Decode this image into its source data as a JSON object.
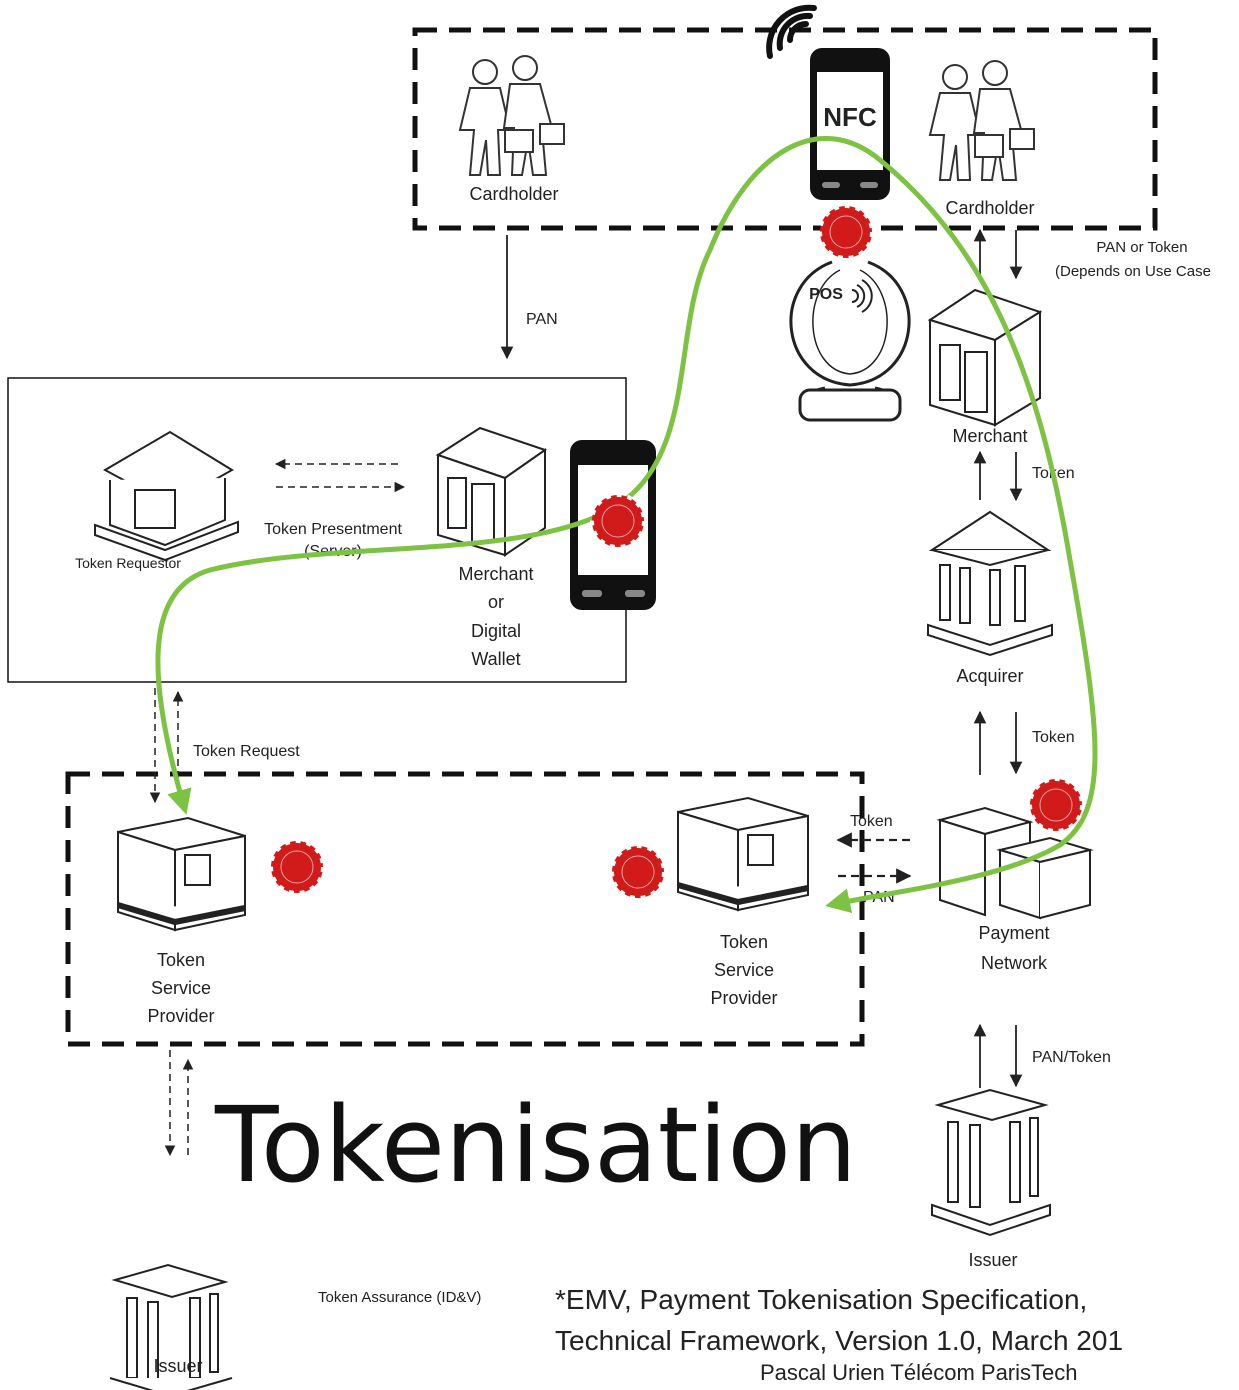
{
  "title": "Tokenisation",
  "citation": {
    "line1": "*EMV, Payment Tokenisation Specification,",
    "line2": "Technical Framework, Version 1.0, March 201"
  },
  "author": "Pascal Urien Télécom ParisTech",
  "nodes": {
    "cardholder_left": "Cardholder",
    "cardholder_right": "Cardholder",
    "nfc": "NFC",
    "pos": "POS",
    "token_requestor": "Token Requestor",
    "token_presentment_1": "Token Presentment",
    "token_presentment_2": "(Server)",
    "merchant_wallet_1": "Merchant",
    "merchant_wallet_2": "or",
    "merchant_wallet_3": "Digital",
    "merchant_wallet_4": "Wallet",
    "merchant": "Merchant",
    "acquirer": "Acquirer",
    "payment_network_1": "Payment",
    "payment_network_2": "Network",
    "tsp_left_1": "Token",
    "tsp_left_2": "Service",
    "tsp_left_3": "Provider",
    "tsp_right_1": "Token",
    "tsp_right_2": "Service",
    "tsp_right_3": "Provider",
    "issuer_right": "Issuer",
    "issuer_left": "Issuer"
  },
  "edges": {
    "pan_top": "PAN",
    "pan_or_token_1": "PAN or Token",
    "pan_or_token_2": "(Depends on Use Case",
    "token_merchant_acquirer": "Token",
    "token_acquirer_network": "Token",
    "token_request": "Token Request",
    "token_tsp": "Token",
    "pan_tsp": "PAN",
    "pan_token_issuer": "PAN/Token",
    "token_assurance": "Token Assurance (ID&V)"
  },
  "colors": {
    "flow": "#7dc242",
    "chip": "#d11a1a",
    "stroke": "#222222"
  }
}
